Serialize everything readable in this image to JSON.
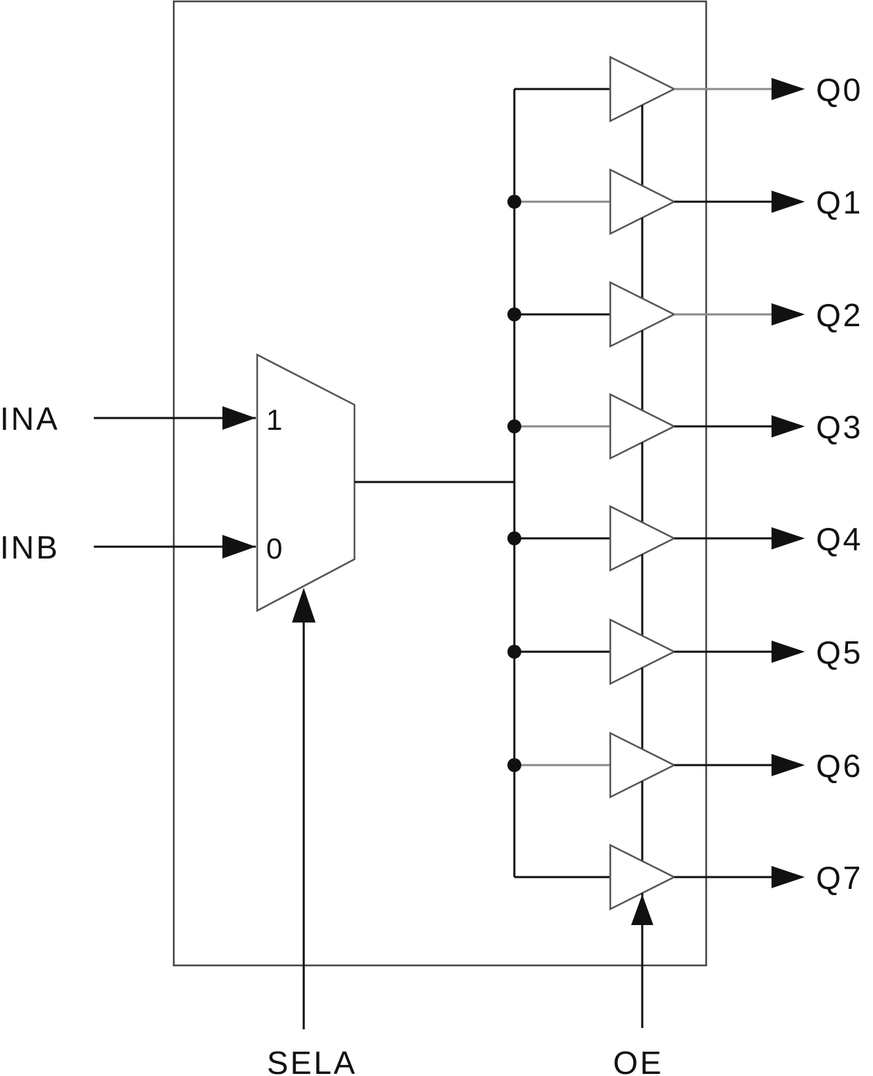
{
  "inputs": {
    "ina": "INA",
    "inb": "INB",
    "sela": "SELA",
    "oe": "OE"
  },
  "mux": {
    "input_1": "1",
    "input_0": "0"
  },
  "outputs": [
    "Q0",
    "Q1",
    "Q2",
    "Q3",
    "Q4",
    "Q5",
    "Q6",
    "Q7"
  ]
}
